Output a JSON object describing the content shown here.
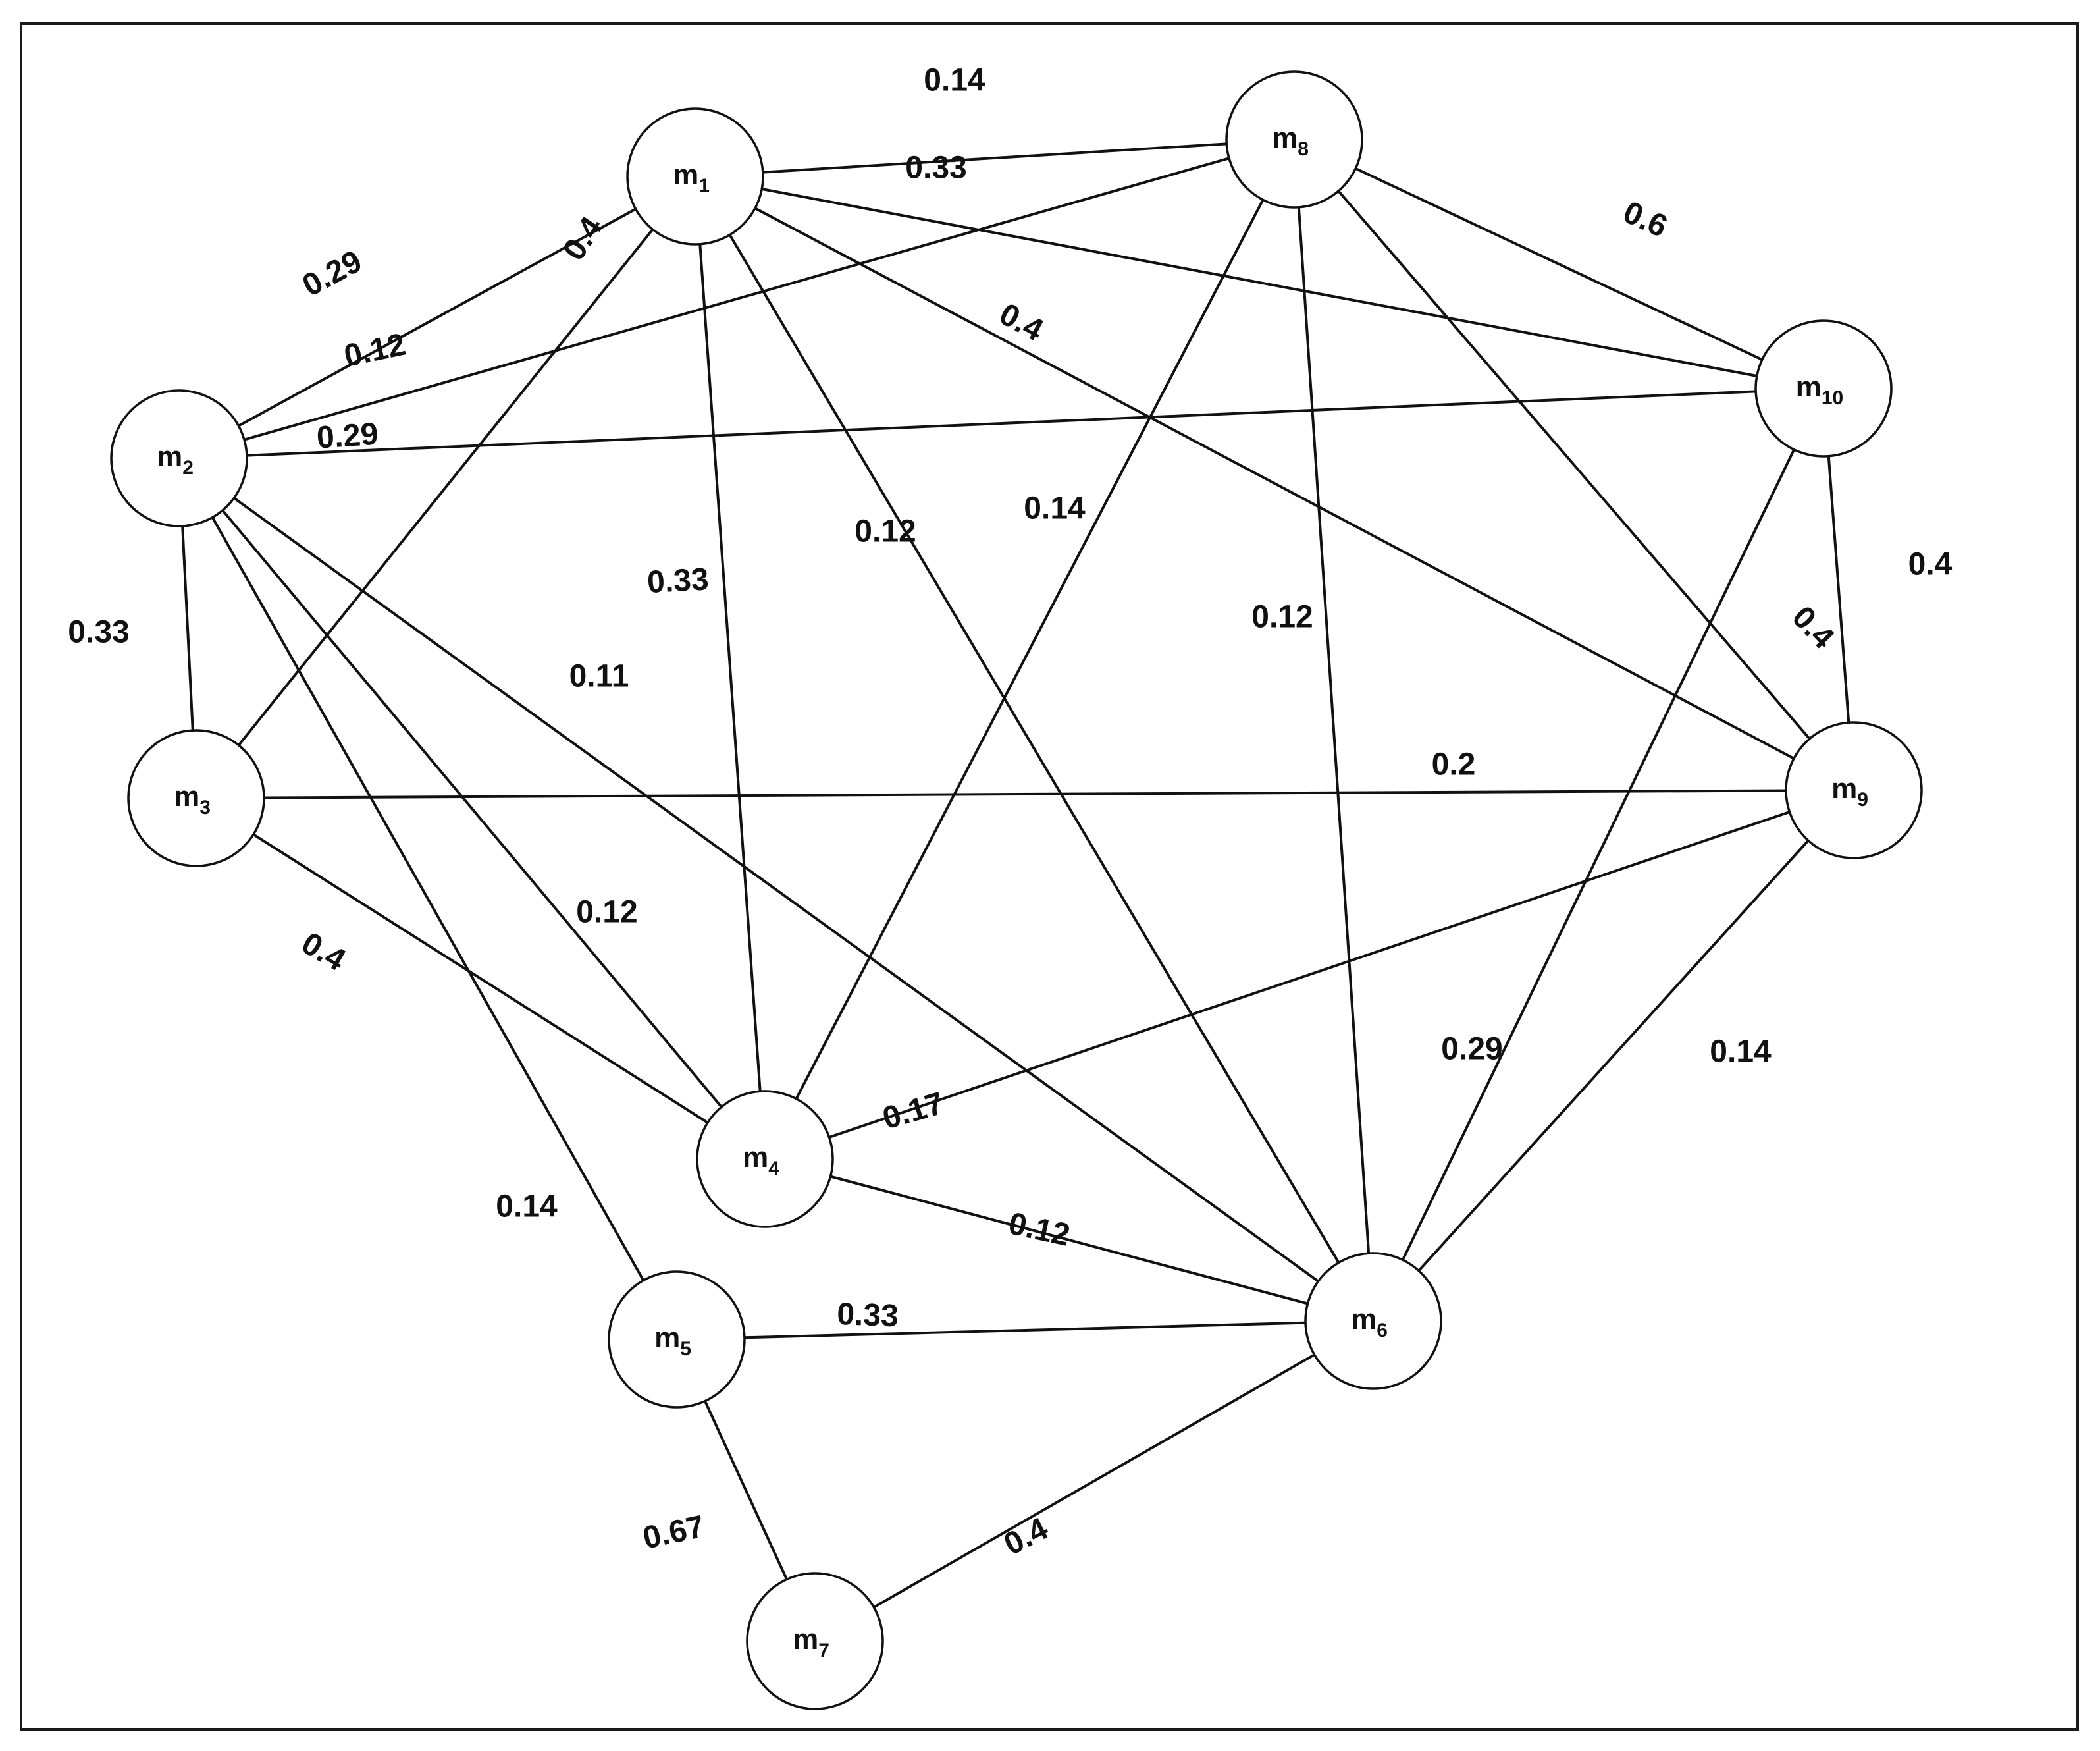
{
  "nodes": [
    {
      "id": "m1",
      "base": "m",
      "sub": "1"
    },
    {
      "id": "m2",
      "base": "m",
      "sub": "2"
    },
    {
      "id": "m3",
      "base": "m",
      "sub": "3"
    },
    {
      "id": "m4",
      "base": "m",
      "sub": "4"
    },
    {
      "id": "m5",
      "base": "m",
      "sub": "5"
    },
    {
      "id": "m6",
      "base": "m",
      "sub": "6"
    },
    {
      "id": "m7",
      "base": "m",
      "sub": "7"
    },
    {
      "id": "m8",
      "base": "m",
      "sub": "8"
    },
    {
      "id": "m9",
      "base": "m",
      "sub": "9"
    },
    {
      "id": "m10",
      "base": "m",
      "sub": "10"
    }
  ],
  "edges": [
    {
      "from": "m1",
      "to": "m8",
      "weight": "0.14"
    },
    {
      "from": "m1",
      "to": "m10",
      "weight": "0.33"
    },
    {
      "from": "m1",
      "to": "m2",
      "weight": "0.29"
    },
    {
      "from": "m1",
      "to": "m3",
      "weight": "0.4"
    },
    {
      "from": "m1",
      "to": "m9",
      "weight": "0.4"
    },
    {
      "from": "m1",
      "to": "m4",
      "weight": "0.33"
    },
    {
      "from": "m1",
      "to": "m6",
      "weight": "0.12"
    },
    {
      "from": "m8",
      "to": "m10",
      "weight": "0.6"
    },
    {
      "from": "m8",
      "to": "m2",
      "weight": "0.12"
    },
    {
      "from": "m8",
      "to": "m4",
      "weight": "0.14"
    },
    {
      "from": "m8",
      "to": "m6",
      "weight": "0.12"
    },
    {
      "from": "m8",
      "to": "m9",
      "weight": "0.4"
    },
    {
      "from": "m2",
      "to": "m10",
      "weight": "0.29"
    },
    {
      "from": "m2",
      "to": "m3",
      "weight": "0.33"
    },
    {
      "from": "m2",
      "to": "m6",
      "weight": "0.11"
    },
    {
      "from": "m2",
      "to": "m4",
      "weight": "0.12"
    },
    {
      "from": "m2",
      "to": "m5",
      "weight": "0.14"
    },
    {
      "from": "m10",
      "to": "m9",
      "weight": "0.4"
    },
    {
      "from": "m10",
      "to": "m6",
      "weight": "0.29"
    },
    {
      "from": "m3",
      "to": "m9",
      "weight": "0.2"
    },
    {
      "from": "m3",
      "to": "m4",
      "weight": "0.4"
    },
    {
      "from": "m9",
      "to": "m4",
      "weight": "0.17"
    },
    {
      "from": "m9",
      "to": "m6",
      "weight": "0.14"
    },
    {
      "from": "m4",
      "to": "m6",
      "weight": "0.12"
    },
    {
      "from": "m5",
      "to": "m6",
      "weight": "0.33"
    },
    {
      "from": "m5",
      "to": "m7",
      "weight": "0.67"
    },
    {
      "from": "m6",
      "to": "m7",
      "weight": "0.4"
    }
  ]
}
